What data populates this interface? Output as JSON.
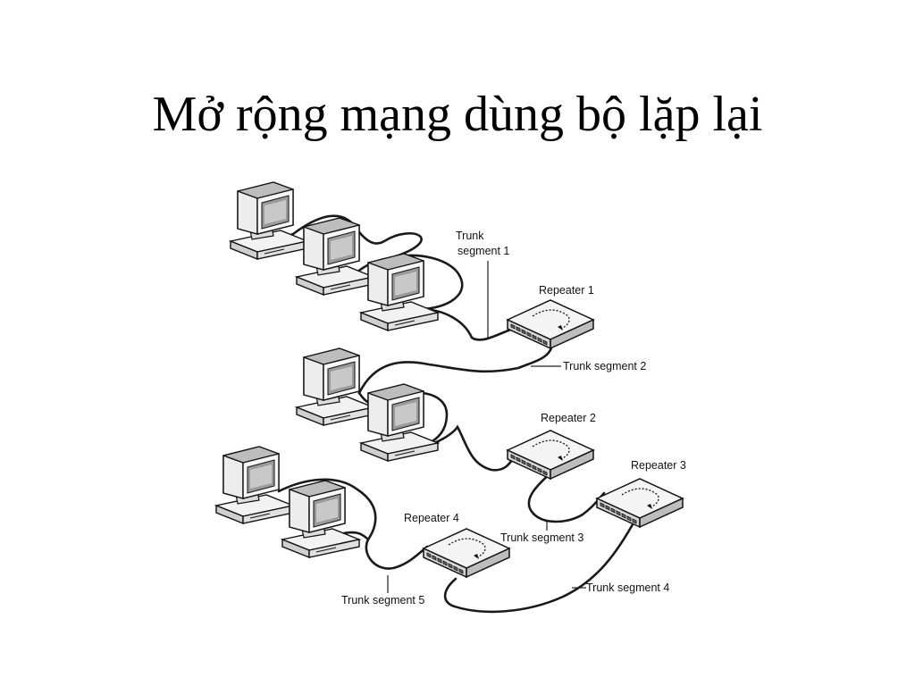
{
  "title": "Mở rộng mạng dùng bộ lặp lại",
  "labels": {
    "trunk_segment_1_line1": "Trunk",
    "trunk_segment_1_line2": "segment 1",
    "trunk_segment_2": "Trunk segment 2",
    "trunk_segment_3": "Trunk segment 3",
    "trunk_segment_4": "Trunk segment 4",
    "trunk_segment_5": "Trunk segment 5",
    "repeater_1": "Repeater 1",
    "repeater_2": "Repeater 2",
    "repeater_3": "Repeater 3",
    "repeater_4": "Repeater 4"
  },
  "colors": {
    "ink": "#1a1a1a",
    "background": "#ffffff"
  }
}
